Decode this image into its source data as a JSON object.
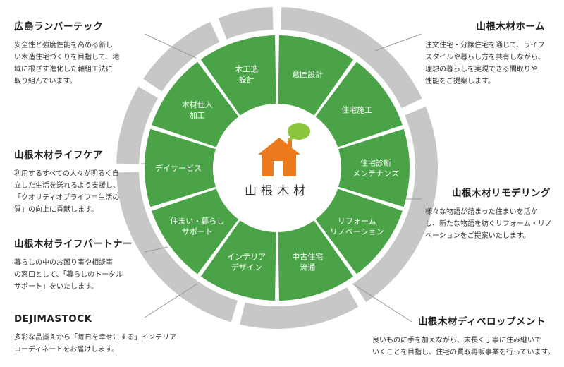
{
  "center": {
    "logo_text": "山根木材"
  },
  "segments": [
    {
      "id": "ishou",
      "lines": [
        "意匠設計"
      ]
    },
    {
      "id": "jutaku-sekou",
      "lines": [
        "住宅施工"
      ]
    },
    {
      "id": "shindan",
      "lines": [
        "住宅診断",
        "メンテナンス"
      ]
    },
    {
      "id": "reform",
      "lines": [
        "リフォーム",
        "リノベーション"
      ]
    },
    {
      "id": "chuko",
      "lines": [
        "中古住宅",
        "流通"
      ]
    },
    {
      "id": "interior",
      "lines": [
        "インテリア",
        "デザイン"
      ]
    },
    {
      "id": "kurashi",
      "lines": [
        "住まい・暮らし",
        "サポート"
      ]
    },
    {
      "id": "day-service",
      "lines": [
        "デイサービス"
      ]
    },
    {
      "id": "mokuzai",
      "lines": [
        "木材仕入",
        "加工"
      ]
    },
    {
      "id": "mokkou",
      "lines": [
        "木工造",
        "設計"
      ]
    }
  ],
  "panels": {
    "top_left": {
      "title": "広島ランバーテック",
      "desc": "安全性と強度性能を高める新し\nい木造住宅づくりを目指して、地\n域に根ざす進化した軸組工法に\n取り組んでいます。"
    },
    "mid_left": {
      "title": "山根木材ライフケア",
      "desc": "利用するすべての人々が明るく自\n立した生活を送れるよう支援し、\n「クオリティオブライフ＝生活の\n質」の向上に貢献します。"
    },
    "lower_left": {
      "title": "山根木材ライフパートナー",
      "desc": "暮らしの中のお困り事や相談事\nの窓口として、「暮らしのトータル\nサポート」をいたします。"
    },
    "bottom_left": {
      "title": "DEJIMASTOCK",
      "desc": "多彩な品揃えから「毎日を幸せにする」インテリア\nコーディネートをお届けします。"
    },
    "top_right": {
      "title": "山根木材ホーム",
      "desc": "注文住宅・分譲住宅を通じて、ライフ\nスタイルや暮らし方を共有しながら、\n理想の暮らしを実現できる間取りや\n性能をご提案します。"
    },
    "mid_right": {
      "title": "山根木材リモデリング",
      "desc": "様々な物語が詰まった住まいを活か\nし、新たな物語を紡ぐリフォーム・リノ\nベーションをご提案いたします。"
    },
    "bottom_right": {
      "title": "山根木材ディベロップメント",
      "desc": "良いものに手を加えながら、末長く丁寧に住み継いで\nいくことを目指し、住宅の買取再販事業を行っています。"
    }
  },
  "colors": {
    "segment_green": "#4aa347",
    "ring_gray": "#c7c7c7",
    "line_gray": "#999999",
    "logo_orange": "#ec7a1c",
    "bubble_green": "#8cc63f"
  }
}
